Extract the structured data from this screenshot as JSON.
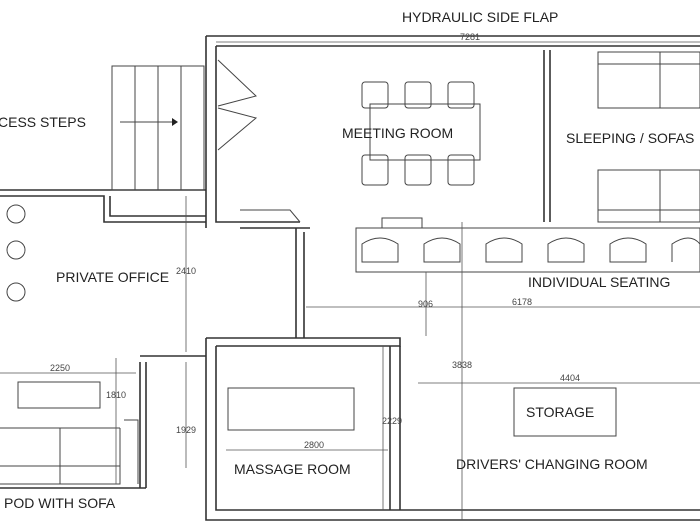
{
  "labels": {
    "hydraulic_side_flap": "HYDRAULIC SIDE FLAP",
    "access_steps": "CESS STEPS",
    "meeting_room": "MEETING ROOM",
    "sleeping_sofas": "SLEEPING / SOFAS",
    "private_office": "PRIVATE OFFICE",
    "individual_seating": "INDIVIDUAL SEATING",
    "storage": "STORAGE",
    "massage_room": "MASSAGE ROOM",
    "drivers_changing_room": "DRIVERS' CHANGING ROOM",
    "pod_with_sofa": "POD WITH SOFA"
  },
  "dimensions": {
    "overall_length": "7281",
    "office_height": "2410",
    "seating_gap": "906",
    "seating_length": "6178",
    "changing_height": "3838",
    "changing_width": "4404",
    "pod_width": "2250",
    "pod_height": "1810",
    "corridor_height": "1929",
    "massage_width": "2800",
    "massage_height": "2229"
  }
}
